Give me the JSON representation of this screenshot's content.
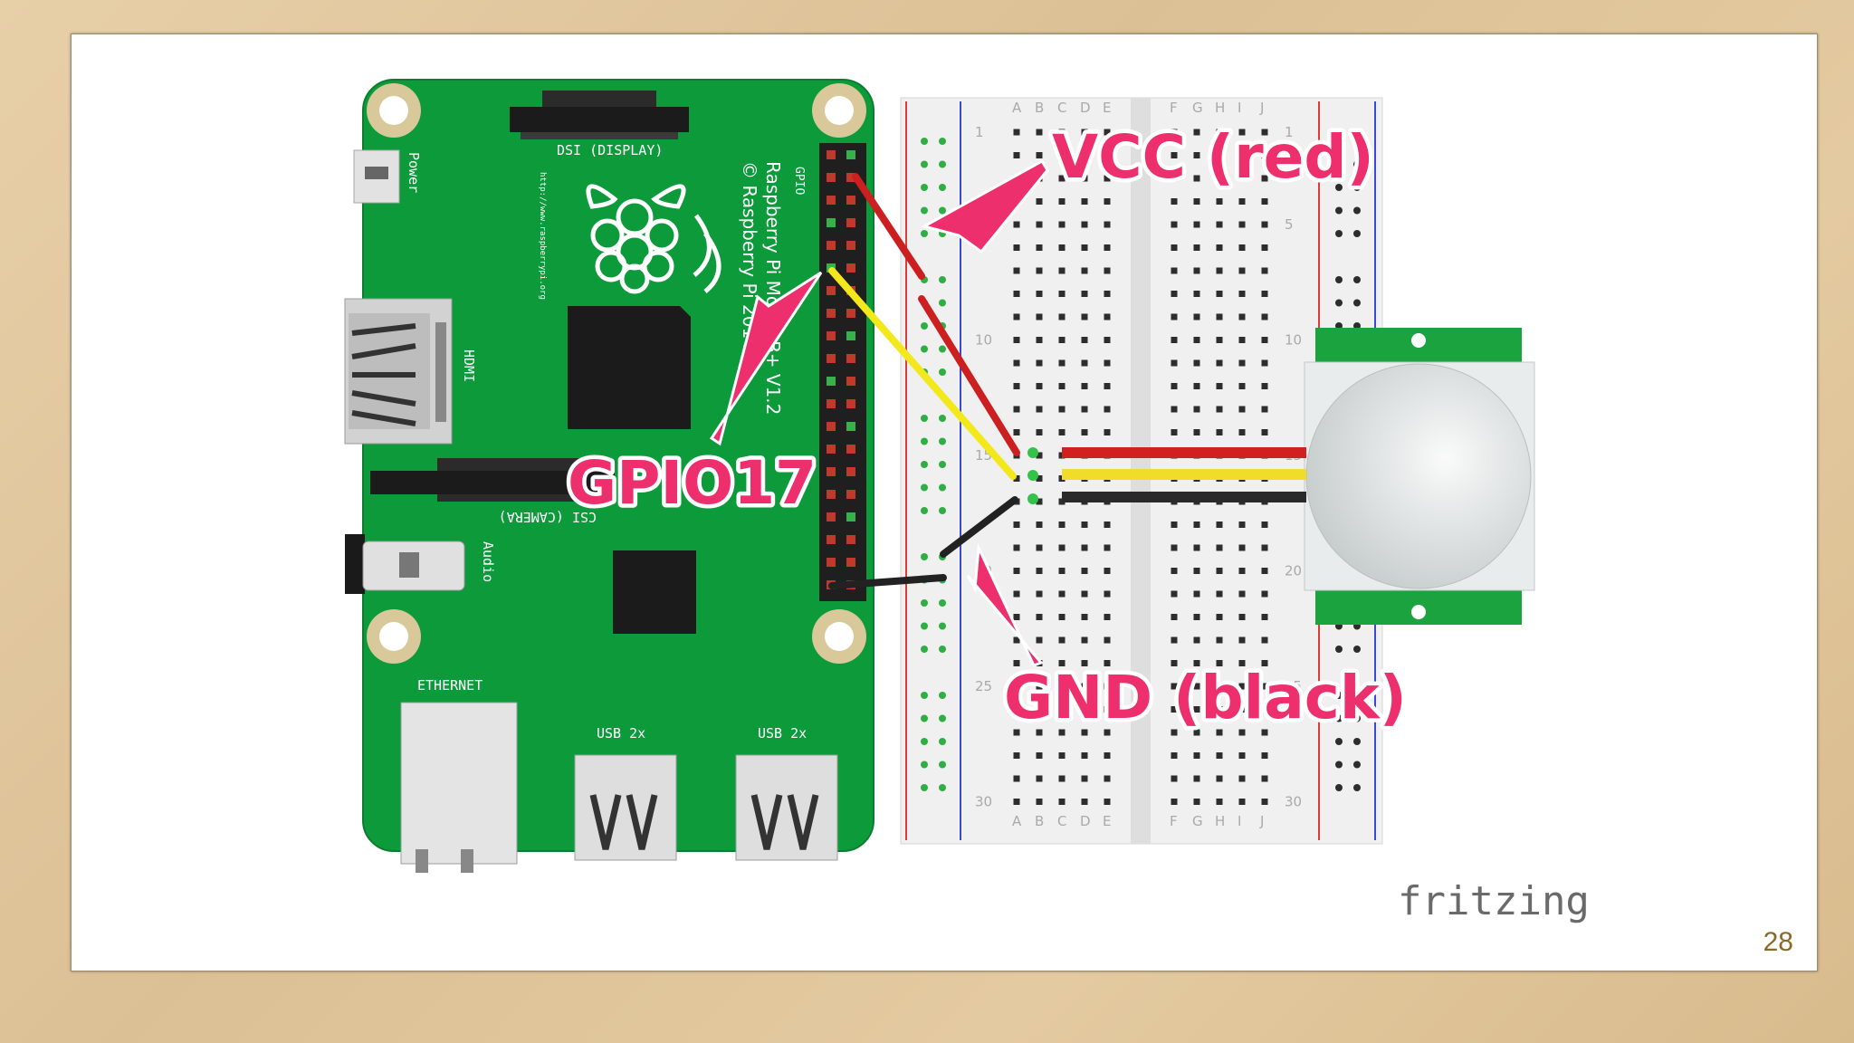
{
  "slide": {
    "page_number": "28"
  },
  "board": {
    "label_dsi": "DSI (DISPLAY)",
    "label_power": "Power",
    "label_url": "http://www.raspberrypi.org",
    "label_model": "Raspberry Pi Model B+ V1.2",
    "label_copyright": "© Raspberry Pi 2014",
    "label_gpio": "GPIO",
    "label_hdmi": "HDMI",
    "label_csi": "CSI (CAMERA)",
    "label_audio": "Audio",
    "label_ethernet": "ETHERNET",
    "label_usb1": "USB 2x",
    "label_usb2": "USB 2x"
  },
  "breadboard": {
    "cols_left": [
      "A",
      "B",
      "C",
      "D",
      "E"
    ],
    "cols_right": [
      "F",
      "G",
      "H",
      "I",
      "J"
    ],
    "row_labels": [
      "1",
      "5",
      "10",
      "15",
      "20",
      "25",
      "30"
    ]
  },
  "callouts": {
    "vcc": "VCC (red)",
    "gpio": "GPIO17",
    "gnd": "GND (black)"
  },
  "branding": {
    "fritzing": "fritzing"
  },
  "colors": {
    "pcb": "#0d9a3a",
    "callout": "#ee2f6e",
    "wire_vcc": "#cc1f1f",
    "wire_signal": "#f2e81c",
    "wire_gnd": "#222222"
  }
}
